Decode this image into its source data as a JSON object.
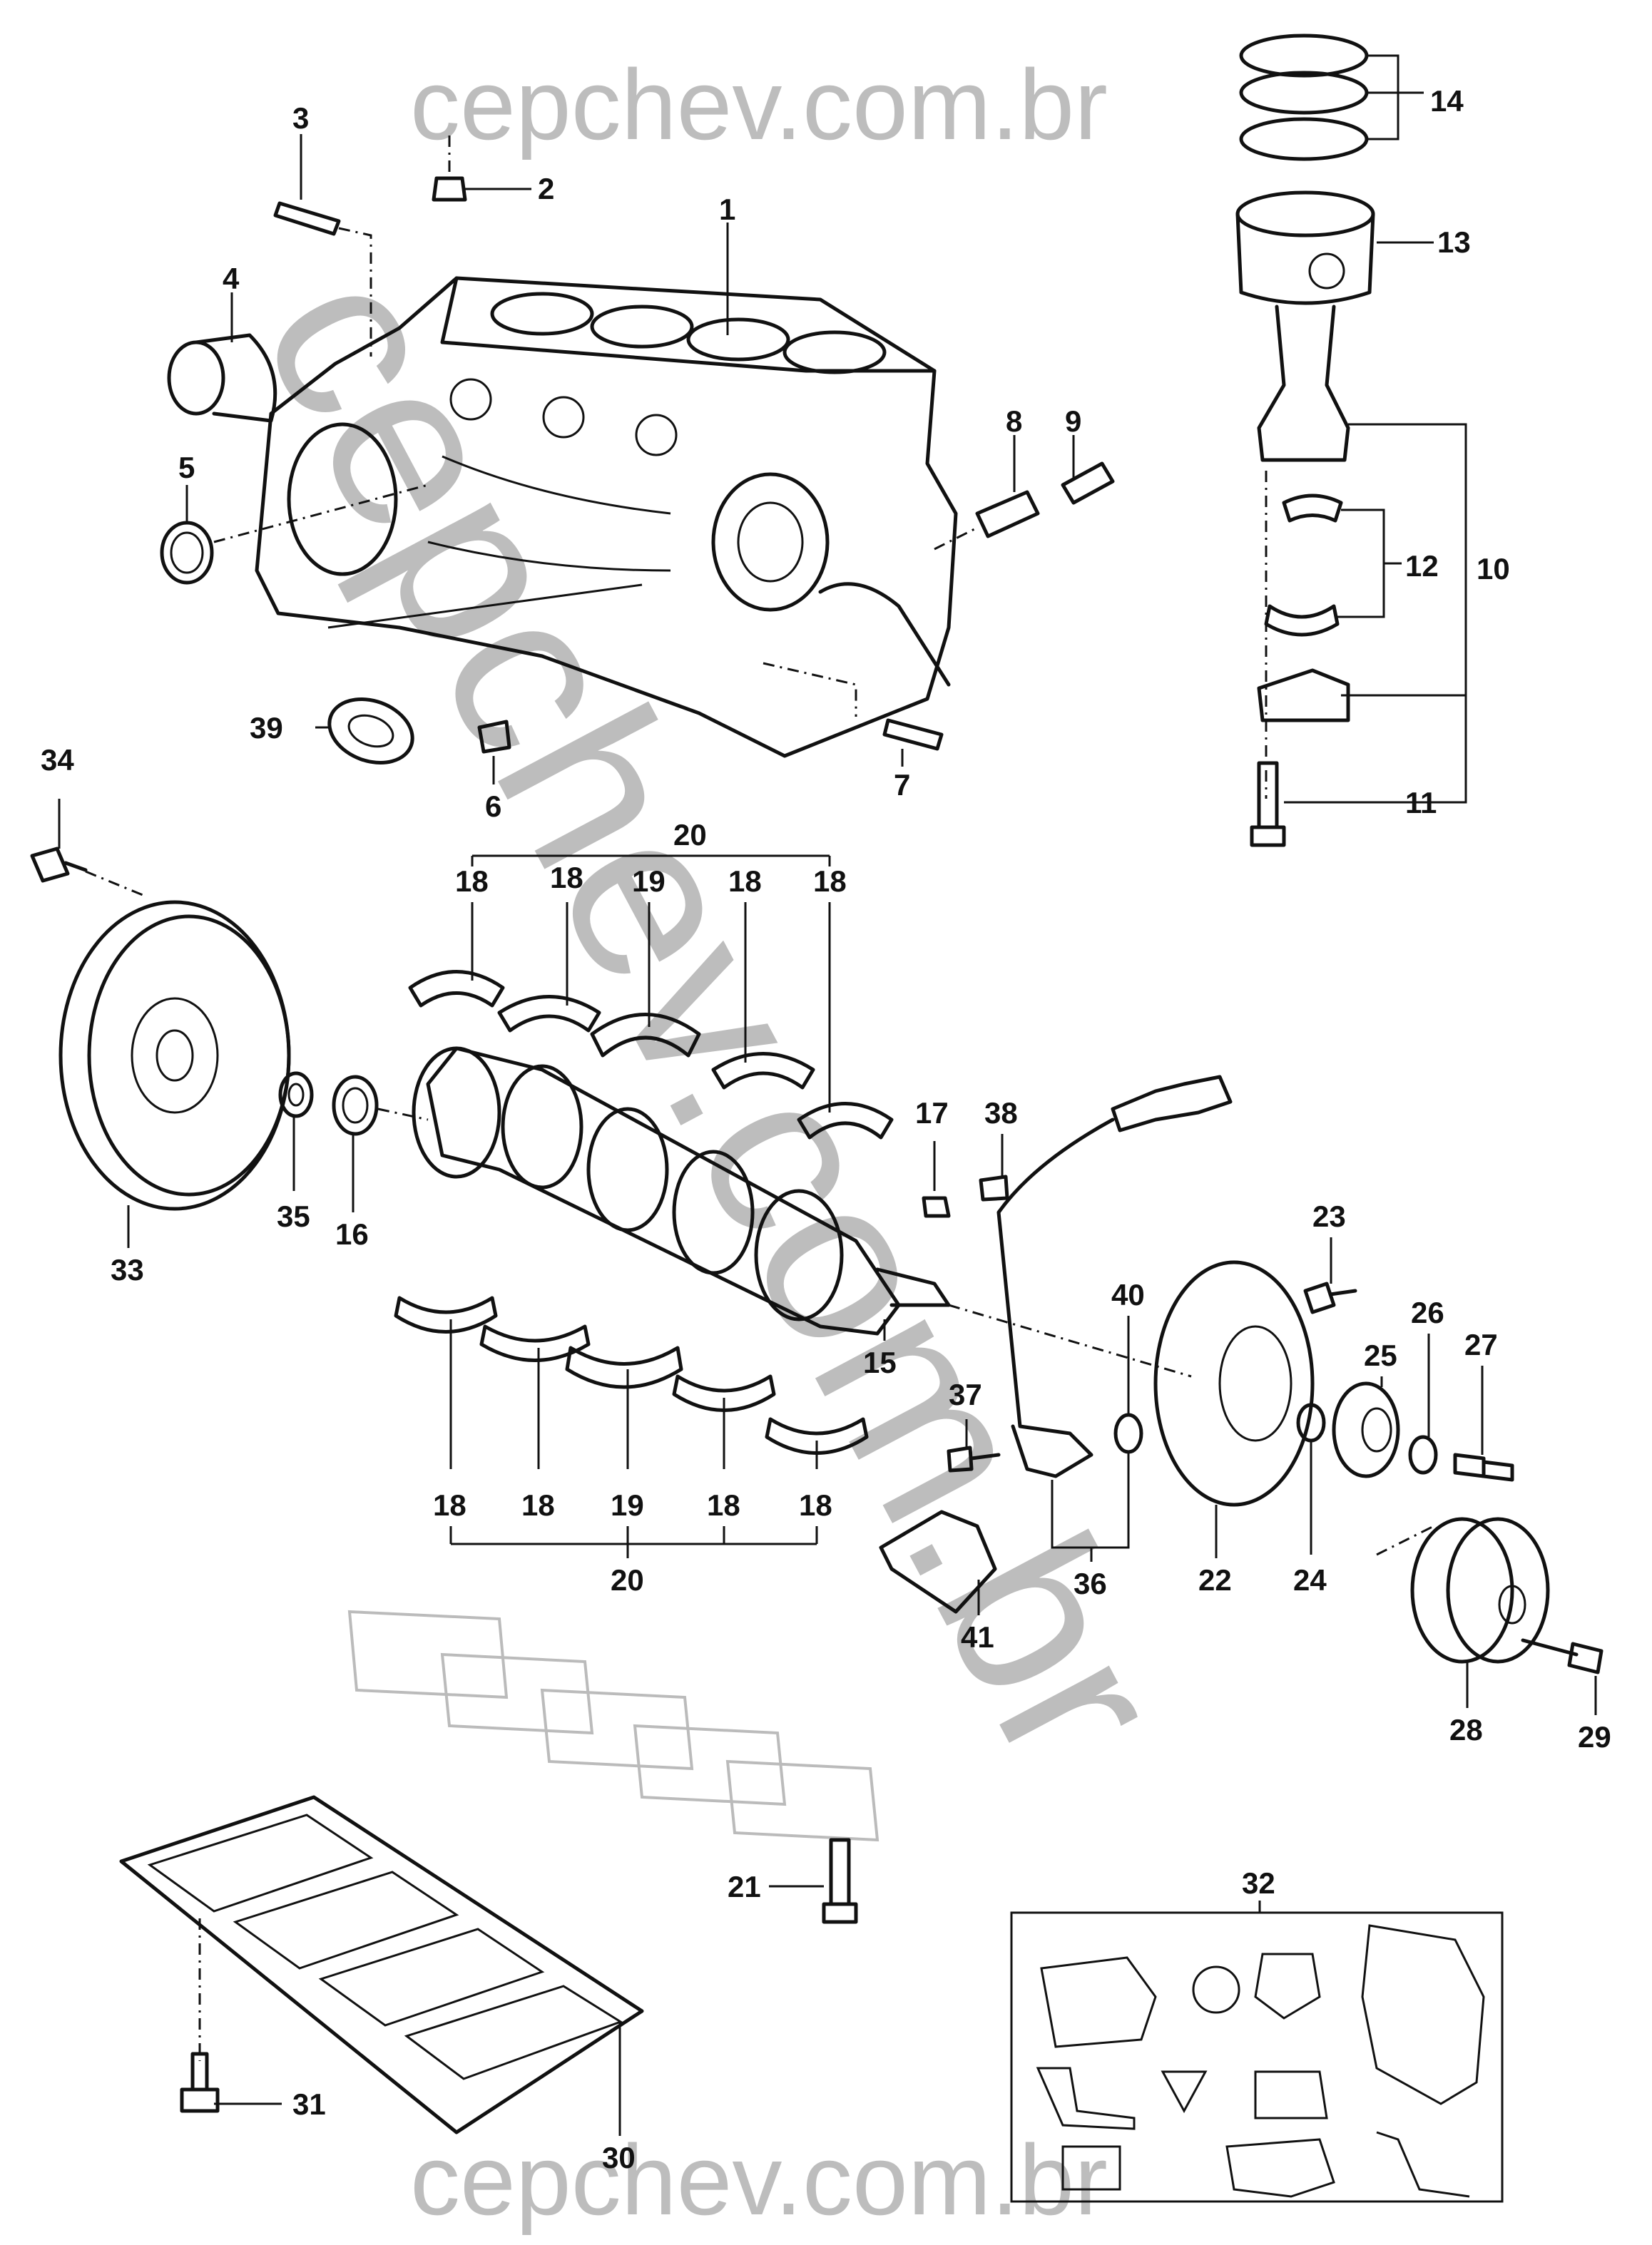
{
  "watermark": {
    "top": "cepchev.com.br",
    "bottom": "cepchev.com.br",
    "diagonal": "cepchev.com.br",
    "color": "#bdbdbd"
  },
  "callouts": {
    "c1": "1",
    "c2": "2",
    "c3": "3",
    "c4": "4",
    "c5": "5",
    "c6": "6",
    "c7": "7",
    "c8": "8",
    "c9": "9",
    "c10": "10",
    "c11": "11",
    "c12": "12",
    "c13": "13",
    "c14": "14",
    "c15": "15",
    "c16": "16",
    "c17": "17",
    "c18": "18",
    "c19": "19",
    "c20": "20",
    "c21": "21",
    "c22": "22",
    "c23": "23",
    "c24": "24",
    "c25": "25",
    "c26": "26",
    "c27": "27",
    "c28": "28",
    "c29": "29",
    "c30": "30",
    "c31": "31",
    "c32": "32",
    "c33": "33",
    "c34": "34",
    "c35": "35",
    "c36": "36",
    "c37": "37",
    "c38": "38",
    "c39": "39",
    "c40": "40",
    "c41": "41"
  }
}
